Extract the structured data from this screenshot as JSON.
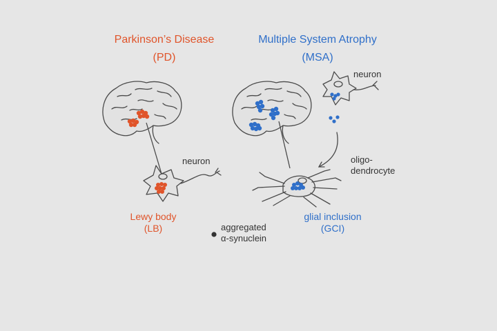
{
  "colors": {
    "pd": "#e0542a",
    "msa": "#2f6fc9",
    "line": "#4a4a4a",
    "fill": "#e2e2e2",
    "background": "#e6e6e6"
  },
  "pd": {
    "title": "Parkinson’s Disease",
    "abbr": "(PD)",
    "neuron_label": "neuron",
    "inclusion_label": "Lewy body",
    "inclusion_abbr": "(LB)"
  },
  "msa": {
    "title": "Multiple System Atrophy",
    "abbr": "(MSA)",
    "neuron_label": "neuron",
    "oligo_label_line1": "oligo-",
    "oligo_label_line2": "dendrocyte",
    "inclusion_label": "glial inclusion",
    "inclusion_abbr": "(GCI)"
  },
  "legend": {
    "line1": "aggregated",
    "line2": "α-synuclein",
    "icon": "dot-icon"
  }
}
